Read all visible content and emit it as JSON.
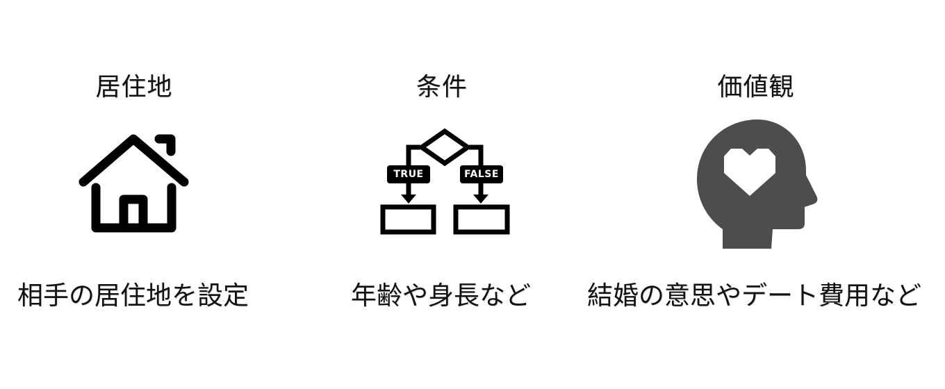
{
  "columns": [
    {
      "title": "居住地",
      "icon": "house-icon",
      "description": "相手の居住地を設定"
    },
    {
      "title": "条件",
      "icon": "flowchart-icon",
      "description": "年齢や身長など",
      "flowchart": {
        "true_label": "TRUE",
        "false_label": "FALSE"
      }
    },
    {
      "title": "価値観",
      "icon": "head-heart-icon",
      "description": "結婚の意思やデート費用など"
    }
  ],
  "colors": {
    "icon_black": "#000000",
    "head_gray": "#4d4d4d",
    "text": "#111111",
    "background": "#ffffff"
  }
}
